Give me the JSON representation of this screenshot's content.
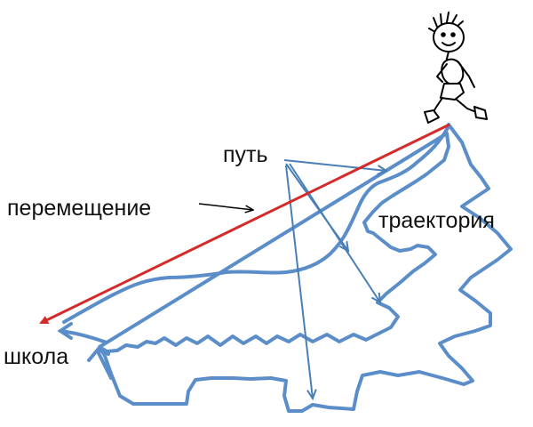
{
  "labels": {
    "path": "путь",
    "displacement": "перемещение",
    "trajectory": "траектория",
    "school": "школа"
  },
  "colors": {
    "trajectory": "#5b8ec9",
    "displacement": "#d42a2a",
    "pointer": "#4a7fb5",
    "text": "#111111",
    "figure": "#000000"
  },
  "icons": {
    "walker": "walking-boy-icon"
  }
}
